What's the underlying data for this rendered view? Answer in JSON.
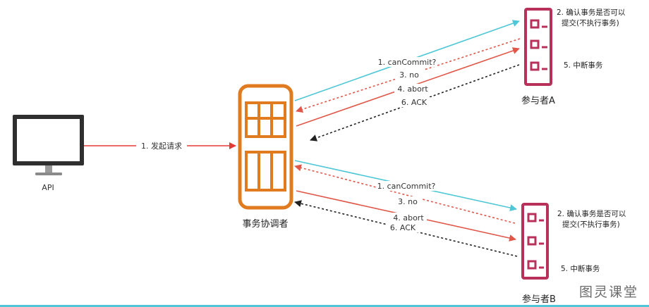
{
  "nodes": {
    "api": "API",
    "coordinator": "事务协调者",
    "participant_a": "参与者A",
    "participant_b": "参与者B"
  },
  "edges": {
    "request": "1. 发起请求",
    "a_can_commit": "1. canCommit?",
    "a_no": "3. no",
    "a_abort": "4. abort",
    "a_ack": "6. ACK",
    "b_can_commit": "1. canCommit?",
    "b_no": "3. no",
    "b_abort": "4. abort",
    "b_ack": "6. ACK"
  },
  "notes": {
    "a_confirm_line1": "2. 确认事务是否可以",
    "a_confirm_line2": "提交(不执行事务)",
    "a_abort": "5. 中断事务",
    "b_confirm_line1": "2. 确认事务是否可以",
    "b_confirm_line2": "提交(不执行事务)",
    "b_abort": "5. 中断事务"
  },
  "watermark": "图灵课堂",
  "colors": {
    "request": "#e53935",
    "can_commit": "#4fc7d6",
    "vote_no": "#e0584a",
    "abort": "#e0584a",
    "ack": "#222222",
    "coordinator": "#e07b1f",
    "participant": "#b8315a",
    "bottom_line": "#4fc7d6"
  }
}
